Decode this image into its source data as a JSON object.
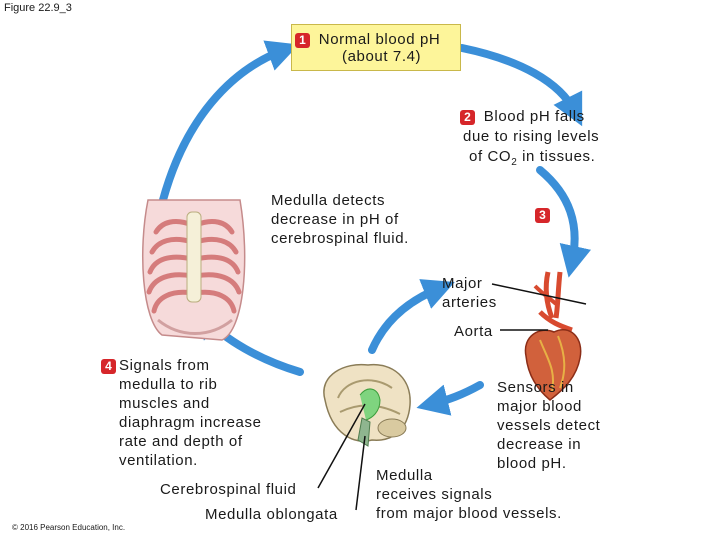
{
  "figure_label": "Figure 22.9_3",
  "copyright": "© 2016 Pearson Education, Inc.",
  "steps": {
    "s1": {
      "number": "1",
      "line1": "Normal blood pH",
      "line2": "(about 7.4)"
    },
    "s2": {
      "number": "2",
      "line1": "Blood pH falls",
      "line2": "due to rising levels",
      "line3_pre": "of CO",
      "line3_sub": "2",
      "line3_post": " in tissues."
    },
    "s3": {
      "number": "3"
    },
    "s4": {
      "number": "4",
      "lines": [
        "Signals from",
        "medulla to rib",
        "muscles and",
        "diaphragm increase",
        "rate and depth of",
        "ventilation."
      ]
    }
  },
  "labels": {
    "medulla_detects": [
      "Medulla detects",
      "decrease in pH of",
      "cerebrospinal fluid."
    ],
    "major_arteries": [
      "Major",
      "arteries"
    ],
    "aorta": "Aorta",
    "sensors": [
      "Sensors in",
      "major blood",
      "vessels detect",
      "decrease in",
      "blood pH."
    ],
    "medulla_receives": [
      "Medulla",
      "receives signals",
      "from major blood vessels."
    ],
    "csf": "Cerebrospinal fluid",
    "medulla_oblongata": "Medulla oblongata"
  },
  "colors": {
    "arrow": "#3b8fd8",
    "badge": "#d6262a",
    "box": "#fdf59a"
  }
}
